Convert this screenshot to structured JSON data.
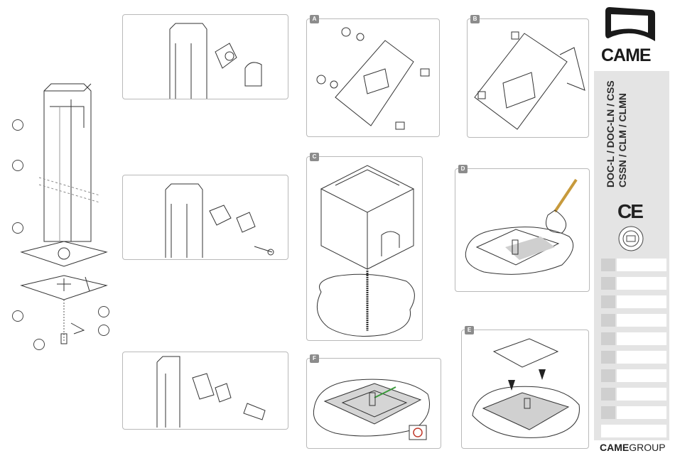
{
  "brand": {
    "logo_text": "CAME",
    "group_bold": "CAME",
    "group_rest": "GROUP"
  },
  "models": {
    "line1": "DOC-L / DOC-LN / CSS",
    "line2": "CSSN / CLM / CLMN"
  },
  "marks": {
    "ce": "CE"
  },
  "steps": {
    "a": "A",
    "b": "B",
    "c": "C",
    "d": "D",
    "e": "E",
    "f": "F"
  },
  "language_rows": 9
}
